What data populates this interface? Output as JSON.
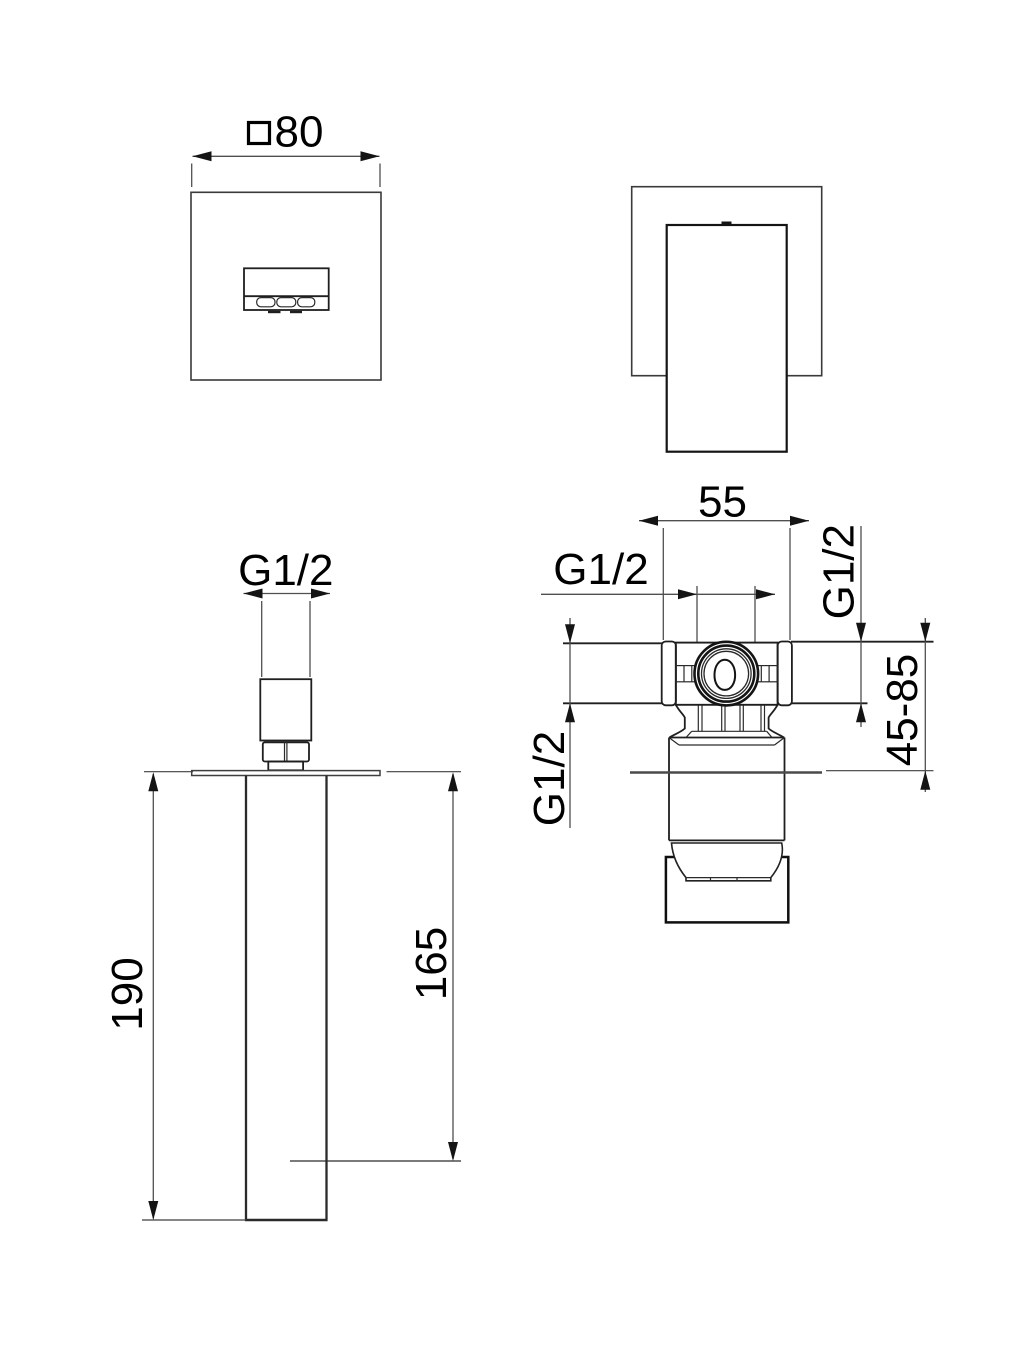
{
  "drawing": {
    "type": "technical-dimension-drawing",
    "background": "#ffffff",
    "line_color": "#1f1f1f",
    "dim_line_color": "#4f4f4f",
    "views": {
      "front_plate": {
        "width_symbol": "□",
        "width": "80"
      },
      "spout": {
        "thread_label": "G1/2",
        "total_length": "190",
        "outlet_offset": "165"
      },
      "valve": {
        "body_width": "55",
        "top_thread": "G1/2",
        "left_thread": "G1/2",
        "right_thread": "G1/2",
        "mounting_depth_range": "45-85"
      }
    }
  }
}
